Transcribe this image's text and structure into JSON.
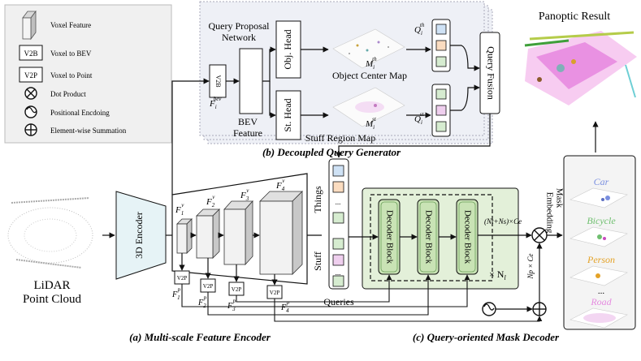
{
  "legend": {
    "items": [
      {
        "icon": "voxel-feature-icon",
        "label": "Voxel Feature"
      },
      {
        "icon": "v2b-box",
        "box_text": "V2B",
        "label": "Voxel to BEV"
      },
      {
        "icon": "v2p-box",
        "box_text": "V2P",
        "label": "Voxel to Point"
      },
      {
        "icon": "dot-product-icon",
        "label": "Dot Product"
      },
      {
        "icon": "positional-encoding-icon",
        "label": "Positional Encdoing"
      },
      {
        "icon": "sum-icon",
        "label": "Element-wise Summation"
      }
    ]
  },
  "qg": {
    "title_line1": "Query Proposal",
    "title_line2": "Network",
    "v2b": "V2B",
    "f_bev": "F",
    "f_bev_sub": "i",
    "f_bev_sup": "bev",
    "bev_line1": "BEV",
    "bev_line2": "Feature",
    "obj_head": "Obj. Head",
    "st_head": "St. Head",
    "m_th": "M",
    "m_th_sub": "i",
    "m_th_sup": "th",
    "m_st": "M",
    "m_st_sub": "i",
    "m_st_sup": "st",
    "obj_map": "Object Center Map",
    "stuff_map": "Stuff Region Map",
    "q_th": "Q",
    "q_th_sub": "i",
    "q_th_sup": "th",
    "q_st": "Q",
    "q_st_sub": "i",
    "q_st_sup": "st",
    "query_fusion": "Query Fusion",
    "caption": "(b) Decoupled Query Generator"
  },
  "panoptic": {
    "title": "Panoptic Result"
  },
  "encoder": {
    "lidar_line1": "LiDAR",
    "lidar_line2": "Point Cloud",
    "encoder_3d": "3D Encoder",
    "f_labels": [
      {
        "base": "F",
        "sub": "1",
        "sup": "v"
      },
      {
        "base": "F",
        "sub": "2",
        "sup": "v"
      },
      {
        "base": "F",
        "sub": "3",
        "sup": "v"
      },
      {
        "base": "F",
        "sub": "4",
        "sup": "v"
      }
    ],
    "v2p": "V2P",
    "fp_labels": [
      {
        "base": "F",
        "sub": "1",
        "sup": "p"
      },
      {
        "base": "F",
        "sub": "2",
        "sup": "p"
      },
      {
        "base": "F",
        "sub": "3",
        "sup": "p"
      },
      {
        "base": "F",
        "sub": "4",
        "sup": "p"
      }
    ],
    "caption": "(a) Multi-scale Feature Encoder"
  },
  "decoder": {
    "things": "Things",
    "stuff": "Stuff",
    "queries": "Queries",
    "dots": "...",
    "block_label": "Decoder Block",
    "n_l": "× N",
    "n_l_sub": "l",
    "dim_q": "(N",
    "dim_q_full": "(Nt+Ns)×Ce",
    "mask_emb_line1": "Mask",
    "mask_emb_line2": "Embedding",
    "np_ce": "Np × Ce",
    "caption": "(c) Query-oriented Mask Decoder"
  },
  "results": {
    "classes": [
      {
        "name": "Car",
        "color": "#7a8fe0"
      },
      {
        "name": "Bicycle",
        "color": "#6fbf6f"
      },
      {
        "name": "Person",
        "color": "#e4a227"
      },
      {
        "name": "Road",
        "color": "#e58be0"
      }
    ],
    "dots": "..."
  },
  "colors": {
    "panel_bg": "#eef0f6",
    "decoder_bg": "#e3f0d9",
    "block_bg": "#c9e3b5",
    "encoder_fill": "#e6f3f6",
    "voxel_fill": "#f2f2f2",
    "legend_bg": "#f0f0f0",
    "q_blue": "#cfe2f5",
    "q_orange": "#fbdcc0",
    "q_green": "#d6ecd0",
    "q_pink": "#efcfee"
  }
}
